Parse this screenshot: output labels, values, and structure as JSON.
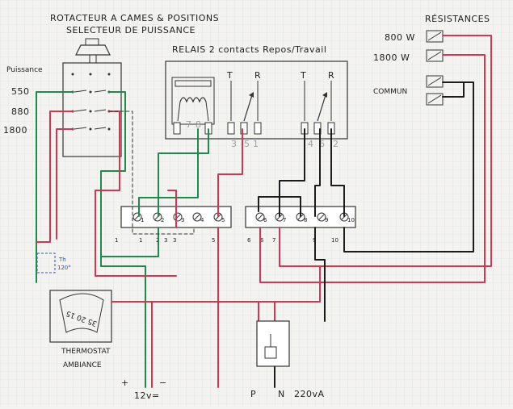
{
  "titles": {
    "rotator_line1": "ROTACTEUR A CAMES & POSITIONS",
    "rotator_line2": "SELECTEUR DE PUISSANCE",
    "relay": "RELAIS 2 contacts Repos/Travail",
    "resistances": "RÉSISTANCES",
    "puissance": "Puissance",
    "thermostat_line1": "THERMOSTAT",
    "thermostat_line2": "AMBIANCE",
    "th_label": "Th",
    "th_value": "120°"
  },
  "power_levels": [
    "550",
    "880",
    "1800"
  ],
  "resistors": [
    {
      "label": "800 W"
    },
    {
      "label": "1800 W"
    },
    {
      "label": "COMMUN"
    }
  ],
  "relay": {
    "contact_T1": "T",
    "contact_R1": "R",
    "contact_T2": "T",
    "contact_R2": "R",
    "pin_numbers": [
      "7",
      "8",
      "3",
      "5",
      "1",
      "4",
      "6",
      "2"
    ]
  },
  "terminals": {
    "screw_labels": [
      "1",
      "2",
      "3",
      "4",
      "5",
      "6",
      "7",
      "8",
      "9",
      "10"
    ],
    "under_labels": [
      "1",
      "1",
      "2",
      "3",
      "3",
      "5",
      "6",
      "6",
      "7",
      "9",
      "10"
    ]
  },
  "thermostat_scale": "35 20 15",
  "supply_low": {
    "plus": "+",
    "minus": "−",
    "label": "12v="
  },
  "supply_mains": {
    "p": "P",
    "n": "N",
    "label": "220vA"
  },
  "colors": {
    "red": "#d9344f",
    "green": "#1f8a4c",
    "black": "#1c1c1c",
    "grid": "#d6dde6",
    "box": "#333"
  }
}
